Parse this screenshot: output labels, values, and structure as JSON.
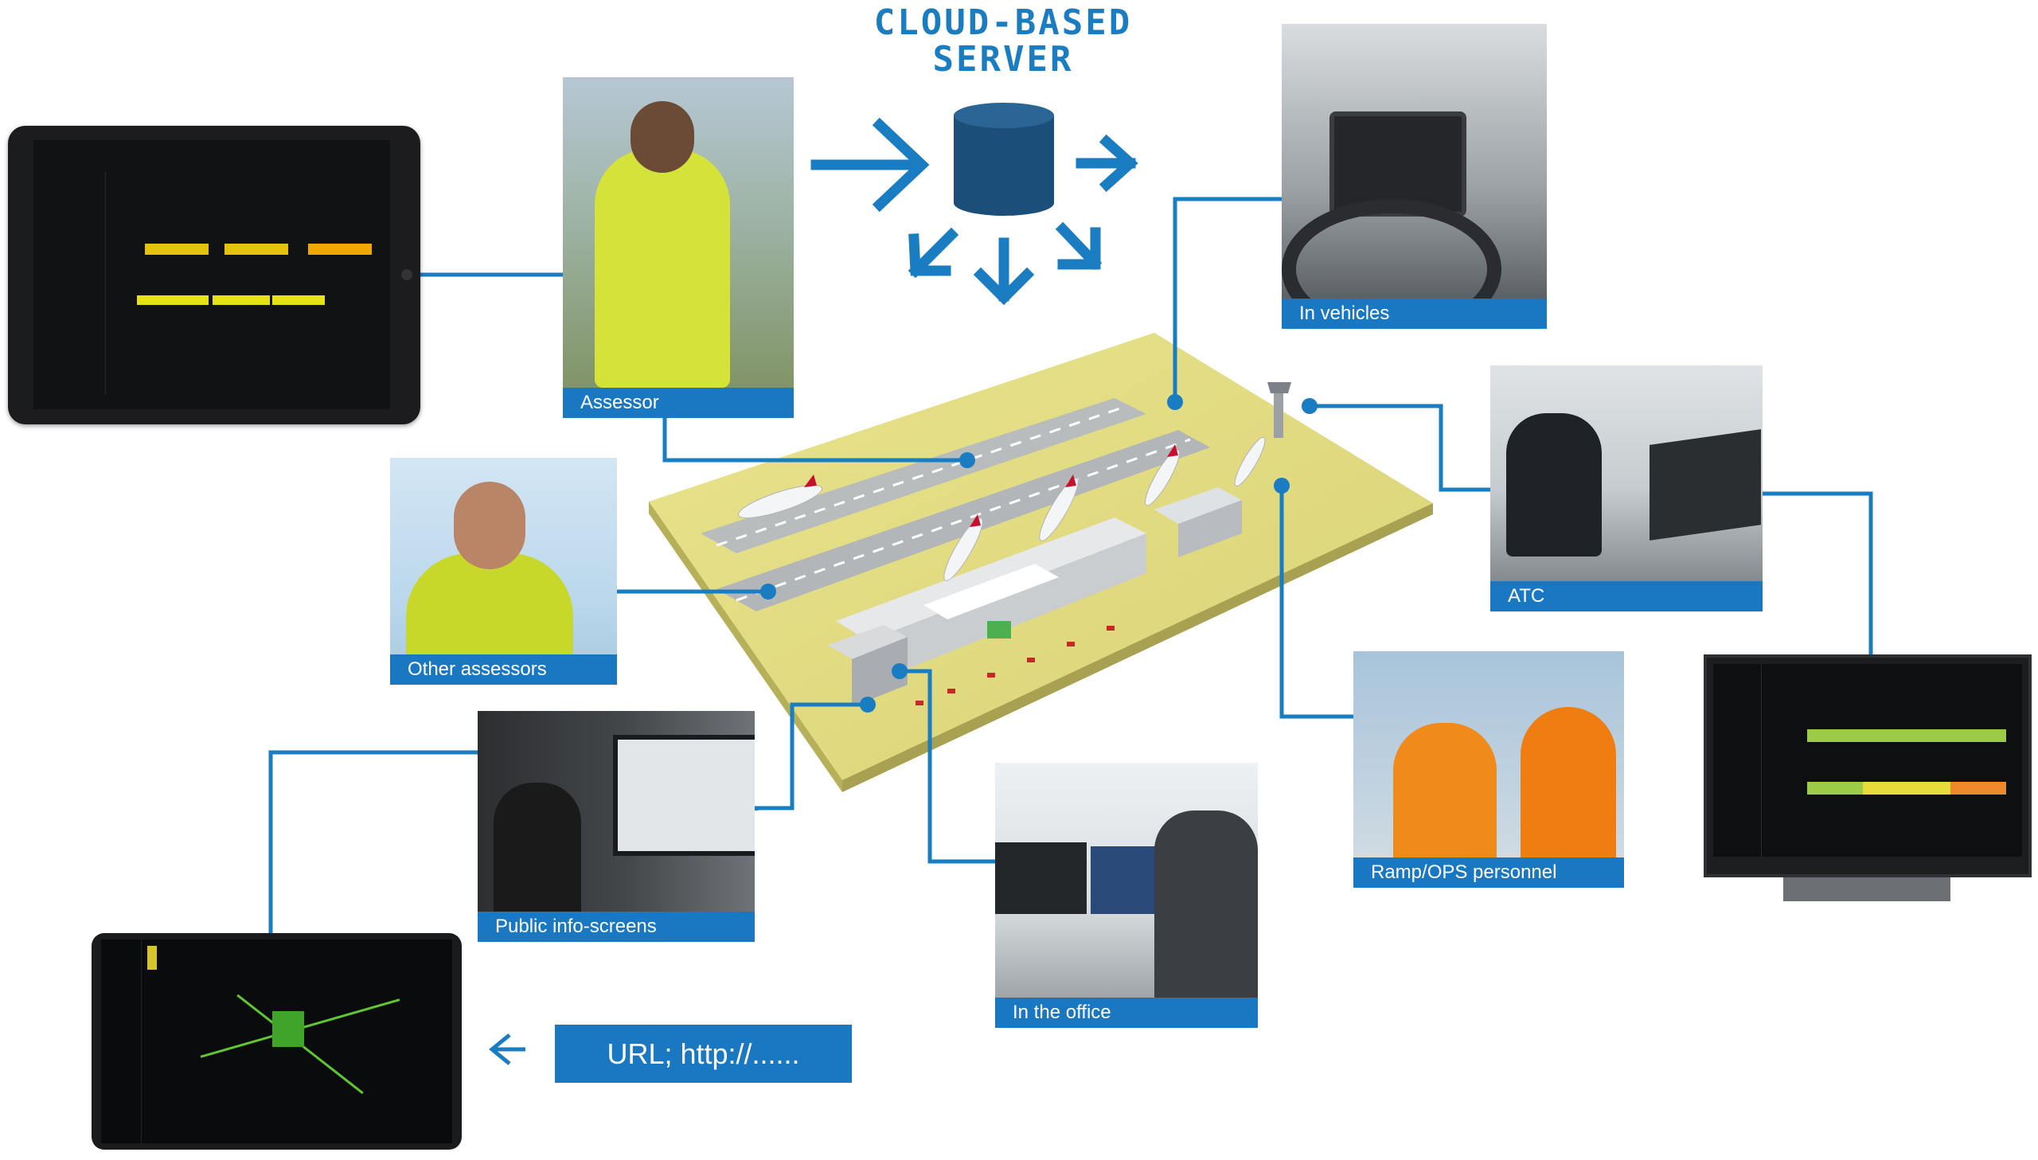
{
  "title": {
    "line1": "CLOUD-BASED",
    "line2": "SERVER"
  },
  "colors": {
    "accent": "#1a78c2",
    "title": "#1a7cc1",
    "line": "#1a7cc1"
  },
  "nodes": {
    "assessor": "Assessor",
    "in_vehicles": "In vehicles",
    "atc": "ATC",
    "other_assessors": "Other assessors",
    "ramp_ops": "Ramp/OPS personnel",
    "public_screens": "Public info-screens",
    "in_office": "In the office"
  },
  "url_label": "URL; http://......",
  "icons": [
    "database-icon",
    "arrow-right-icon",
    "arrow-left-icon"
  ]
}
